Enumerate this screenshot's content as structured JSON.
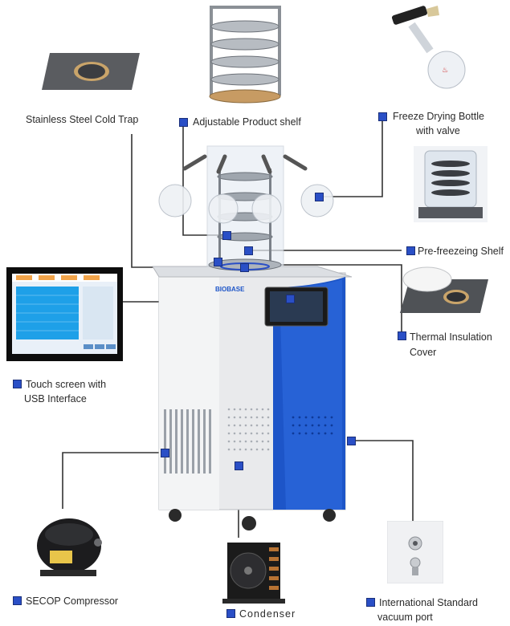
{
  "labels": {
    "cold_trap": "Stainless Steel Cold Trap",
    "product_shelf": "Adjustable Product shelf",
    "drying_bottle_line1": "Freeze Drying Bottle",
    "drying_bottle_line2": "with valve",
    "prefreezing_shelf": "Pre-freezeing Shelf",
    "insulation_cover_line1": "Thermal Insulation",
    "insulation_cover_line2": "Cover",
    "touch_screen_line1": "Touch screen with",
    "touch_screen_line2": "USB Interface",
    "compressor": "SECOP Compressor",
    "condenser": "Condenser",
    "vacuum_port_line1": "International Standard",
    "vacuum_port_line2": "vacuum port"
  },
  "machine": {
    "brand": "BIOBASE"
  },
  "colors": {
    "accent_blue": "#2a4fc6",
    "panel_blue": "#1d55c8",
    "line": "#333333"
  },
  "icons": [
    "cold-trap-photo",
    "product-shelf-photo",
    "drying-bottle-photo",
    "drying-chamber-photo",
    "insulation-cover-photo",
    "touch-screen-photo",
    "compressor-photo",
    "condenser-photo",
    "vacuum-port-photo"
  ]
}
